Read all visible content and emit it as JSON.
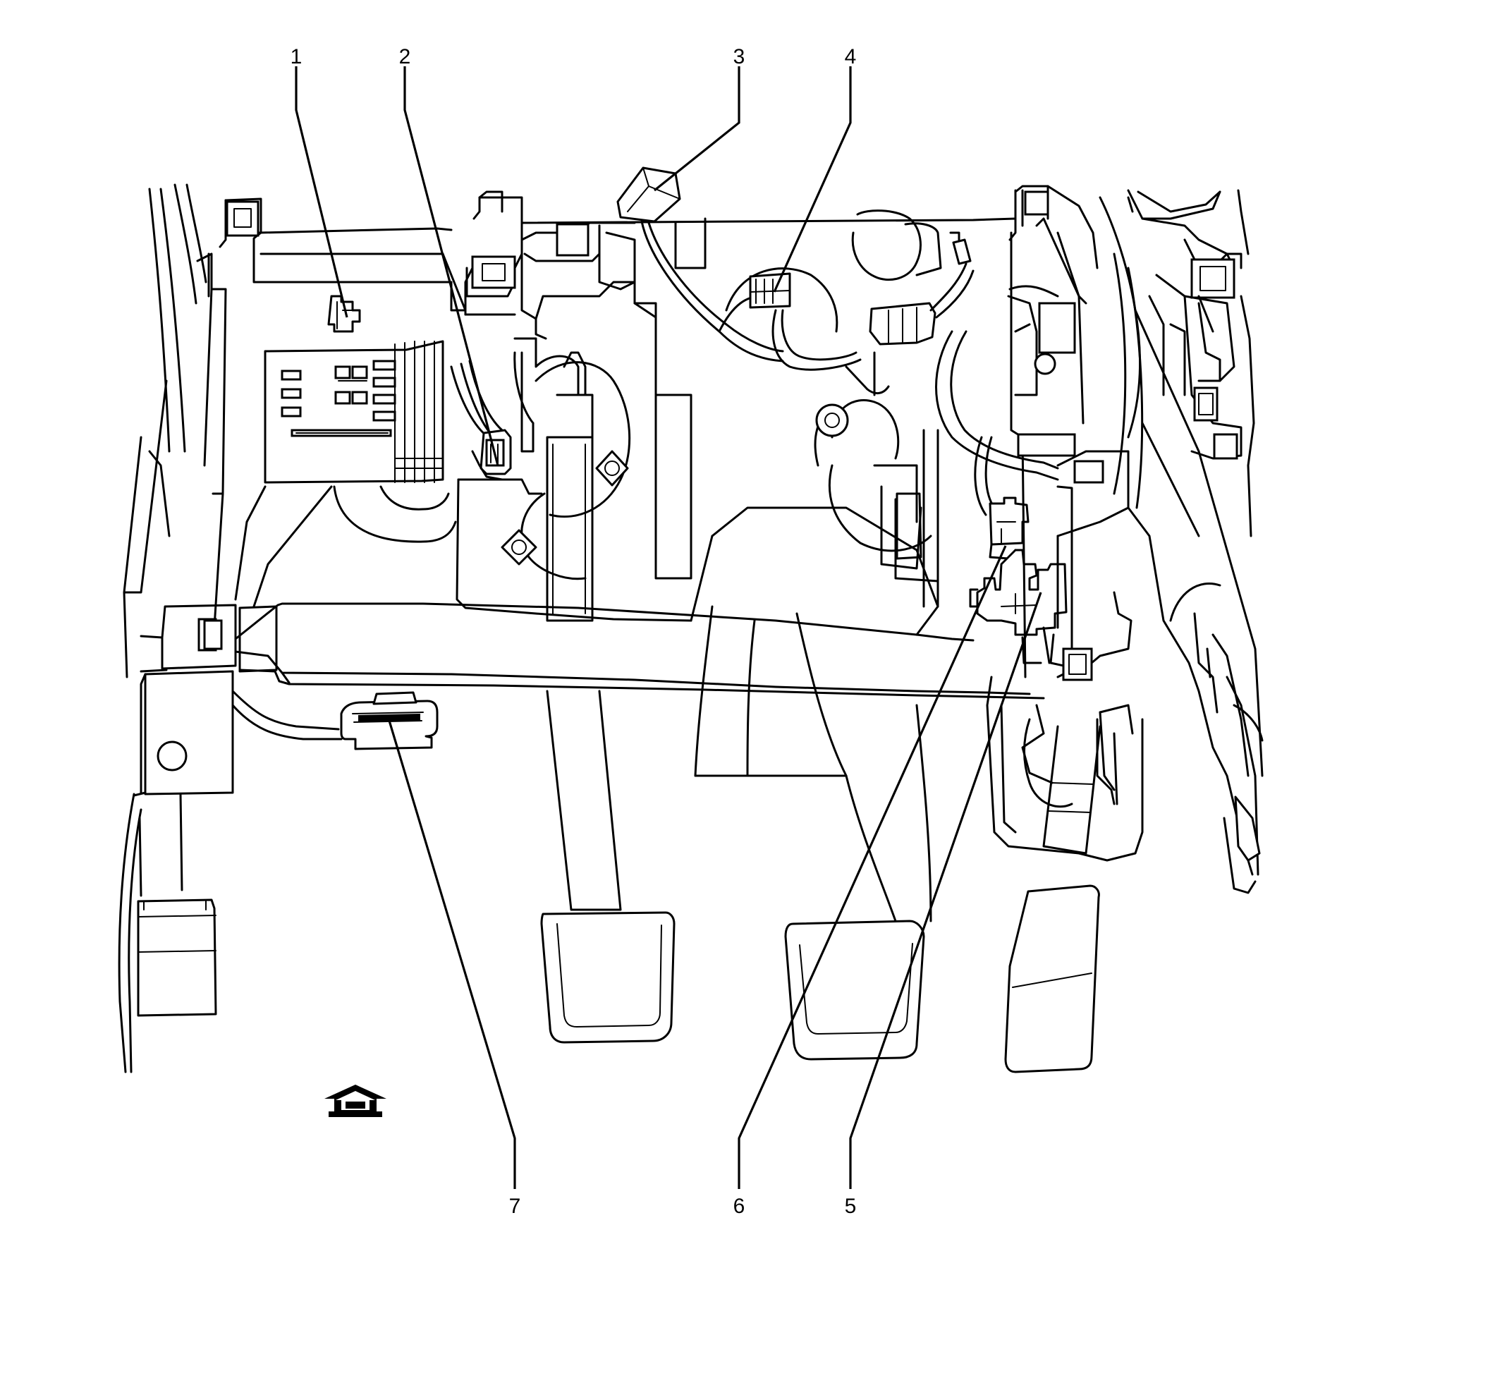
{
  "callouts": [
    {
      "label": "1"
    },
    {
      "label": "2"
    },
    {
      "label": "3"
    },
    {
      "label": "4"
    },
    {
      "label": "5"
    },
    {
      "label": "6"
    },
    {
      "label": "7"
    }
  ],
  "icons": {
    "front_indicator": "vehicle-front-arrow-icon"
  },
  "colors": {
    "line": "#000000",
    "background": "#ffffff"
  }
}
